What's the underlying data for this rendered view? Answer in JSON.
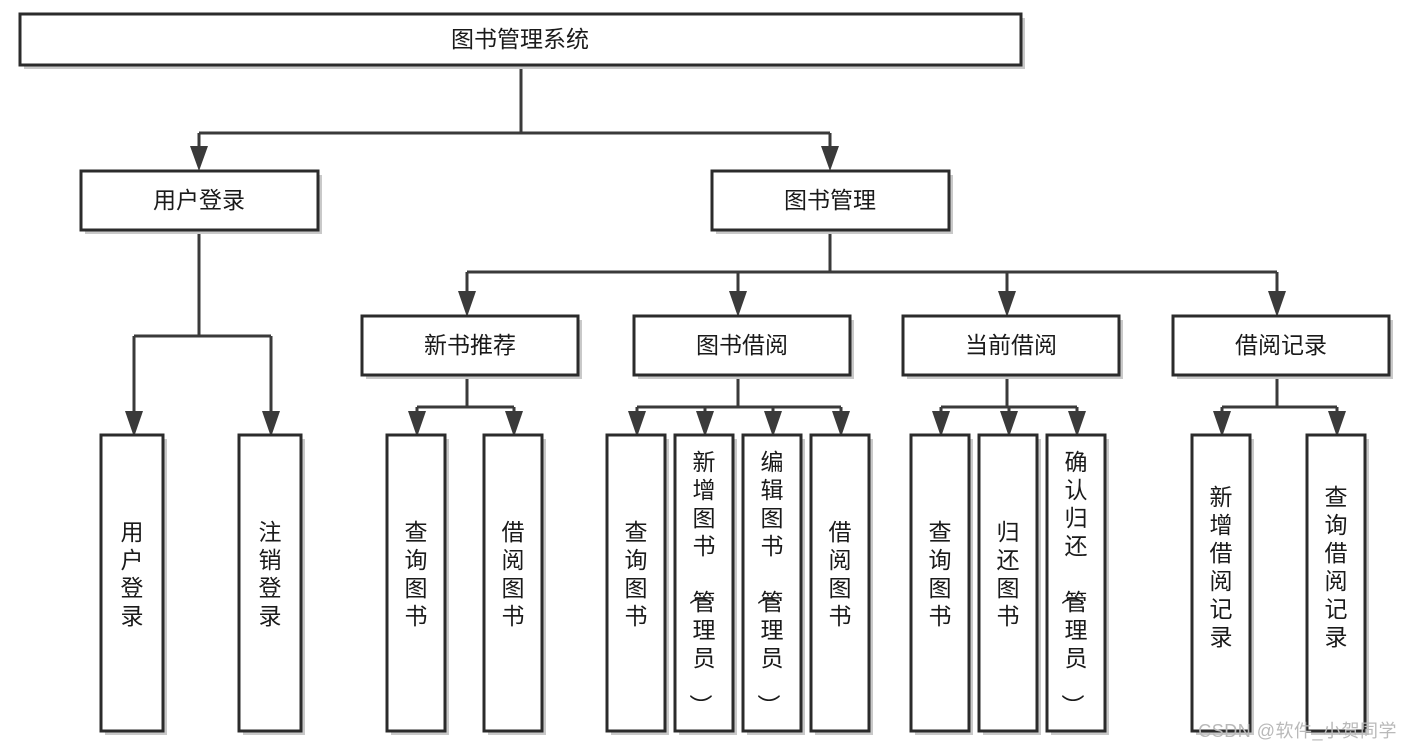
{
  "diagram": {
    "title": "图书管理系统",
    "type": "tree",
    "watermark": "CSDN @软件_小贺同学",
    "colors": {
      "box_fill": "#ffffff",
      "box_stroke": "#2b2b2b",
      "connector": "#3a3a3a",
      "text": "#1a1a1a",
      "watermark": "#b9b9b9"
    },
    "levels": {
      "level1": [
        {
          "id": "root",
          "label": "图书管理系统",
          "orientation": "horizontal"
        }
      ],
      "level2": [
        {
          "id": "user-login",
          "label": "用户登录",
          "orientation": "horizontal",
          "parent": "root"
        },
        {
          "id": "book-manage",
          "label": "图书管理",
          "orientation": "horizontal",
          "parent": "root"
        }
      ],
      "level3": [
        {
          "id": "new-book-rec",
          "label": "新书推荐",
          "orientation": "horizontal",
          "parent": "book-manage"
        },
        {
          "id": "book-borrow",
          "label": "图书借阅",
          "orientation": "horizontal",
          "parent": "book-manage"
        },
        {
          "id": "current-borrow",
          "label": "当前借阅",
          "orientation": "horizontal",
          "parent": "book-manage"
        },
        {
          "id": "borrow-record",
          "label": "借阅记录",
          "orientation": "horizontal",
          "parent": "book-manage"
        }
      ],
      "level4": [
        {
          "id": "leaf-user-login",
          "label": "用户登录",
          "orientation": "vertical",
          "parent": "user-login"
        },
        {
          "id": "leaf-logout",
          "label": "注销登录",
          "orientation": "vertical",
          "parent": "user-login"
        },
        {
          "id": "leaf-query-book-1",
          "label": "查询图书",
          "orientation": "vertical",
          "parent": "new-book-rec"
        },
        {
          "id": "leaf-borrow-book-1",
          "label": "借阅图书",
          "orientation": "vertical",
          "parent": "new-book-rec"
        },
        {
          "id": "leaf-query-book-2",
          "label": "查询图书",
          "orientation": "vertical",
          "parent": "book-borrow"
        },
        {
          "id": "leaf-add-book",
          "label": "新增图书（管理员）",
          "orientation": "vertical",
          "parent": "book-borrow"
        },
        {
          "id": "leaf-edit-book",
          "label": "编辑图书（管理员）",
          "orientation": "vertical",
          "parent": "book-borrow"
        },
        {
          "id": "leaf-borrow-book-2",
          "label": "借阅图书",
          "orientation": "vertical",
          "parent": "book-borrow"
        },
        {
          "id": "leaf-query-book-3",
          "label": "查询图书",
          "orientation": "vertical",
          "parent": "current-borrow"
        },
        {
          "id": "leaf-return-book",
          "label": "归还图书",
          "orientation": "vertical",
          "parent": "current-borrow"
        },
        {
          "id": "leaf-confirm-return",
          "label": "确认归还（管理员）",
          "orientation": "vertical",
          "parent": "current-borrow"
        },
        {
          "id": "leaf-add-record",
          "label": "新增借阅记录",
          "orientation": "vertical",
          "parent": "borrow-record"
        },
        {
          "id": "leaf-query-record",
          "label": "查询借阅记录",
          "orientation": "vertical",
          "parent": "borrow-record"
        }
      ]
    }
  }
}
